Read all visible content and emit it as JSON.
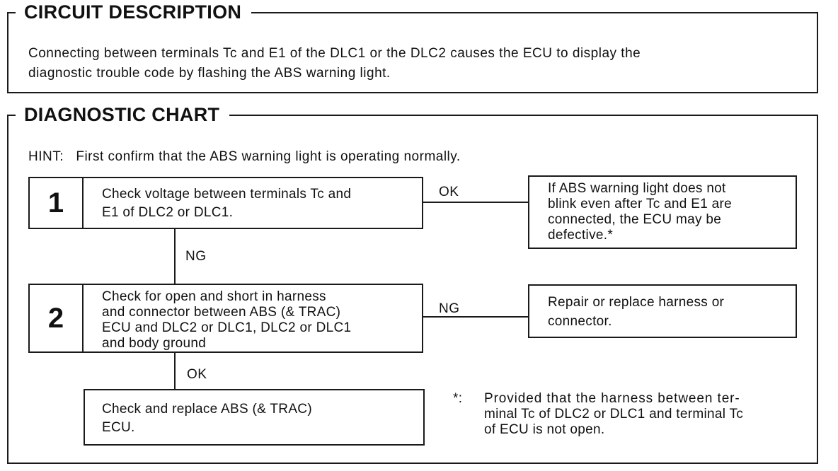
{
  "circuit": {
    "title": "CIRCUIT DESCRIPTION",
    "lines": [
      "Connecting between terminals Tc and E1 of the DLC1 or the DLC2 causes the ECU to display the",
      "diagnostic trouble code by flashing the ABS warning light."
    ]
  },
  "chart": {
    "title": "DIAGNOSTIC CHART",
    "hint": "HINT:   First confirm that the ABS warning light is operating normally.",
    "step1": {
      "number": "1",
      "lines": [
        "Check voltage between terminals Tc and",
        "E1 of DLC2 or DLC1."
      ]
    },
    "step2": {
      "number": "2",
      "lines": [
        "Check for open and short in harness",
        "and connector between ABS (& TRAC)",
        "ECU and DLC2 or DLC1, DLC2 or DLC1",
        "and body ground"
      ]
    },
    "result1": {
      "lines": [
        "If ABS warning light does not",
        "blink even after Tc and E1 are",
        "connected, the ECU may be",
        "defective.*"
      ]
    },
    "result2": {
      "lines": [
        "Repair or replace harness or",
        "connector."
      ]
    },
    "result3": {
      "lines": [
        "Check and replace ABS (& TRAC)",
        "ECU."
      ]
    },
    "labels": {
      "ok1": "OK",
      "ng1": "NG",
      "ng2": "NG",
      "ok2": "OK"
    },
    "footnote": {
      "mark": "*:",
      "lines": [
        "Provided that the harness between ter-",
        "minal Tc of DLC2 or DLC1 and terminal Tc",
        "of ECU is not open."
      ]
    }
  }
}
